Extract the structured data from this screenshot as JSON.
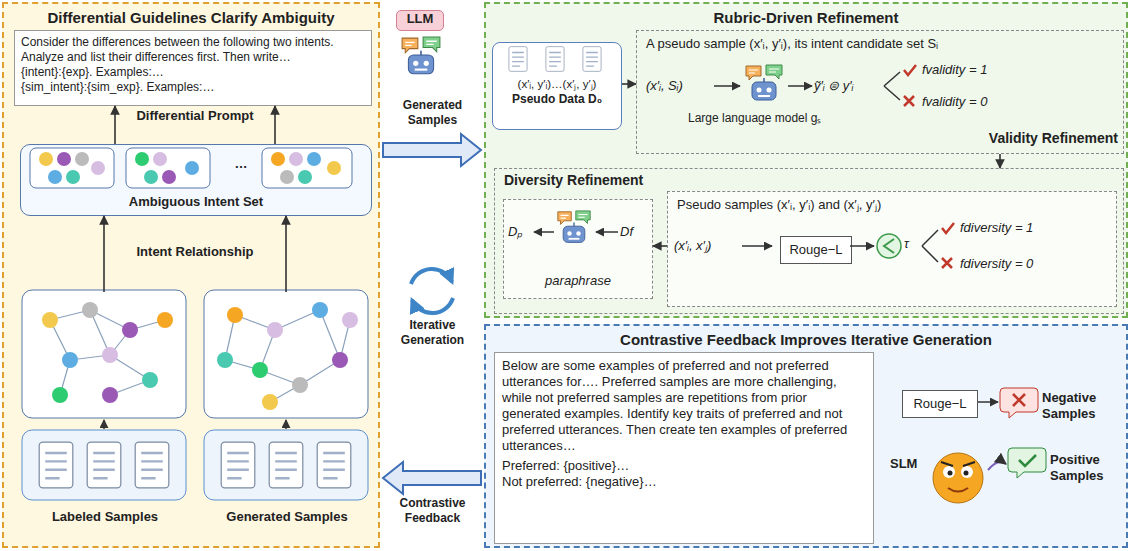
{
  "diagram": {
    "nodes": [
      {
        "text": [
          "Differential Guidelines Clarify Ambiguity"
        ]
      },
      {
        "text": [
          "Consider the differences between the following two intents. Analyze and list their differences first. Then write…",
          "{intent}:{exp}. Examples:…",
          "{sim_intent}:{sim_exp}. Examples:…"
        ],
        "in": 0
      },
      {
        "text": [
          "…",
          "Ambiguous Intent Set"
        ],
        "in": 0
      },
      {
        "text": [
          "Labeled Samples"
        ],
        "in": 0
      },
      {
        "text": [
          "Generated Samples"
        ],
        "in": 0
      },
      {
        "text": [
          "LLM"
        ]
      },
      {
        "text": [
          "Rubric-Driven Refinement"
        ]
      },
      {
        "text": [
          "(x′ᵢ, y′ᵢ)…(x′ⱼ, y′ⱼ)",
          "Pseudo Data D₀"
        ],
        "in": 6
      },
      {
        "text": [
          "A pseudo sample (x′ᵢ, y′ᵢ), its intent candidate set Sᵢ",
          "Validity Refinement"
        ],
        "in": 6
      },
      {
        "text": [
          "Diversity Refinement"
        ],
        "in": 6
      },
      {
        "text": [
          "paraphrase"
        ],
        "in": 9
      },
      {
        "text": [
          "Pseudo samples (x′ᵢ, y′ᵢ) and (x′ⱼ, y′ⱼ)"
        ],
        "in": 9
      },
      {
        "text": [
          "Rouge−L"
        ],
        "in": 11
      },
      {
        "text": [
          "Contrastive Feedback Improves Iterative Generation"
        ]
      },
      {
        "text": [
          "Below are some examples of preferred and not preferred utterances for…. Preferred samples are more challenging, while not preferred samples are repetitions from prior generated examples. Identify key traits of preferred and not preferred utterances. Then create ten examples of preferred utterances…",
          "Preferred: {positive}…",
          "Not preferred: {negative}…"
        ],
        "in": 13
      },
      {
        "text": [
          "Rouge−L"
        ],
        "in": 13
      }
    ],
    "edges": [
      {
        "from": 2,
        "to": 1,
        "arrow": "to"
      },
      {
        "from": 2,
        "to": 1,
        "arrow": "to"
      },
      {
        "from": 3,
        "to": 2,
        "arrow": "to"
      },
      {
        "from": 4,
        "to": 2,
        "arrow": "to"
      },
      {
        "from": 0,
        "to": 6,
        "label": "Generated Samples",
        "arrow": "to"
      },
      {
        "from": 7,
        "to": 8,
        "arrow": "to"
      },
      {
        "from": 8,
        "to": 9,
        "arrow": "to"
      },
      {
        "from": 11,
        "to": 10,
        "arrow": "to"
      },
      {
        "from": 13,
        "to": 0,
        "label": "Contrastive Feedback",
        "arrow": "to"
      }
    ],
    "labels": [
      "Differential Prompt",
      "Intent Relationship",
      "Iterative Generation",
      "(x′ᵢ, Sᵢ)",
      "ỹ′ᵢ ⊜ y′ᵢ",
      "fvalidity = 1",
      "fvalidity = 0",
      "Large language model gₛ",
      "Dₚ",
      "Df",
      "(x′ᵢ, x′ⱼ)",
      "τ",
      "fdiversity = 1",
      "fdiversity = 0",
      "Negative Samples",
      "SLM",
      "Positive Samples"
    ]
  }
}
